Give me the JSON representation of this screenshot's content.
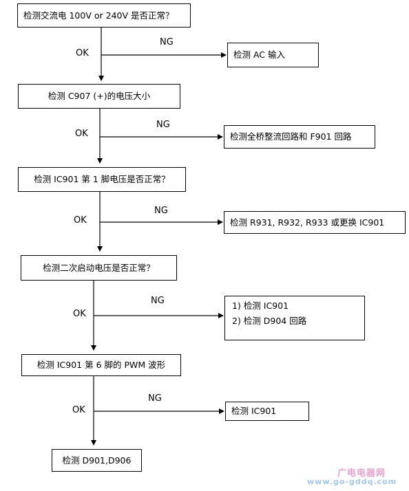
{
  "steps": [
    {
      "check": "检测交流电 100V or 240V 是否正常？",
      "ok": "OK",
      "ng": "NG",
      "action": "检测 AC 输入"
    },
    {
      "check": "检测 C907 (+)的电压大小",
      "ok": "OK",
      "ng": "NG",
      "action": "检测全桥整流回路和 F901 回路"
    },
    {
      "check": "检测 IC901 第 1 脚电压是否正常？",
      "ok": "OK",
      "ng": "NG",
      "action": "检测 R931, R932, R933 或更换 IC901"
    },
    {
      "check": "检测二次启动电压是否正常？",
      "ok": "OK",
      "ng": "NG",
      "action_lines": [
        "1)  检测 IC901",
        "2)  检测  D904 回路"
      ]
    },
    {
      "check": "检测 IC901 第 6 脚的 PWM 波形",
      "ok": "OK",
      "ng": "NG",
      "action": "检测 IC901"
    }
  ],
  "final": "检测 D901,D906",
  "watermark": {
    "line1": "广电电器网",
    "line2": "www.go-gddq.com"
  },
  "colors": {
    "line": "#000000",
    "watermark_pink": "#e8a0d0",
    "watermark_blue": "#a0c8f0"
  }
}
